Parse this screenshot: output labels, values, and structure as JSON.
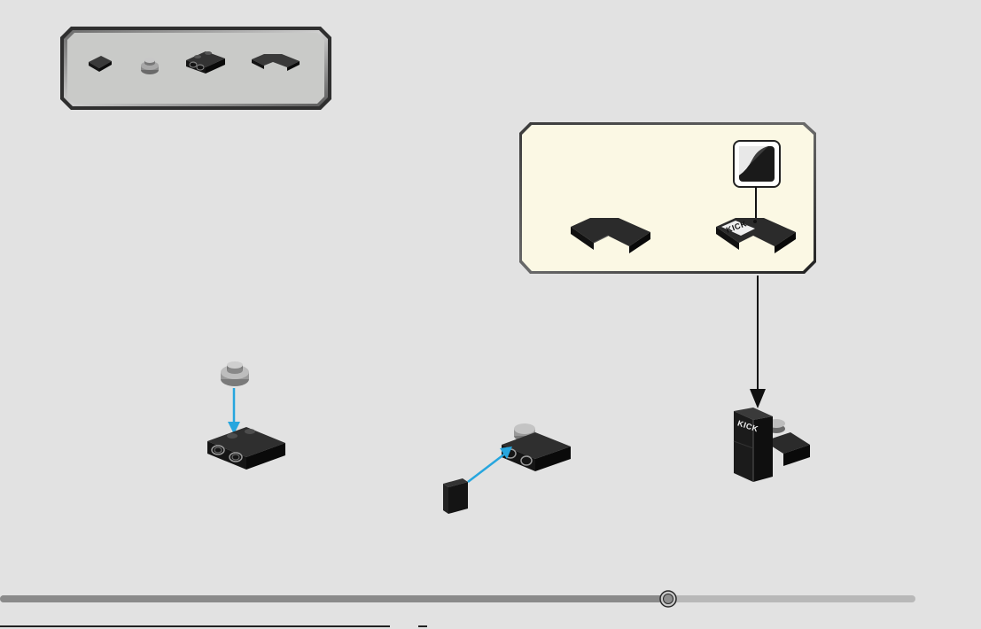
{
  "parts_callout": {
    "items": [
      {
        "icon": "flat-tile-1x1-icon"
      },
      {
        "icon": "round-plate-1x1-icon"
      },
      {
        "icon": "bracket-plate-icon"
      },
      {
        "icon": "corner-tile-icon"
      }
    ]
  },
  "sticker_callout": {
    "sticker_text": "KICK"
  },
  "steps": {
    "step_3": {
      "assembled_label": "KICK"
    }
  },
  "progress": {
    "fraction": 0.73
  },
  "colors": {
    "background": "#e2e2e2",
    "callout_gray": "#c9cac8",
    "callout_cream": "#fbf8e4",
    "arrow_blue": "#27a6de",
    "brick_dark": "#1e1e1e",
    "progress_fill": "#8a8a8a",
    "progress_track": "#b8b8b8"
  }
}
